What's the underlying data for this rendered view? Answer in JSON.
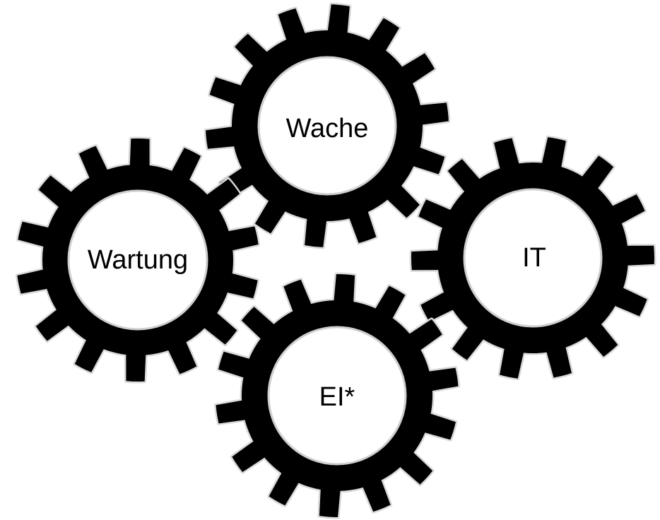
{
  "gears": [
    {
      "id": "wache",
      "label": "Wache"
    },
    {
      "id": "wartung",
      "label": "Wartung"
    },
    {
      "id": "it",
      "label": "IT"
    },
    {
      "id": "ei",
      "label": "EI*"
    }
  ],
  "colors": {
    "gear_fill": "#000000",
    "gear_outline": "#d9d9d9",
    "center_fill": "#ffffff",
    "center_ring": "#cfcfcf",
    "background": "#ffffff",
    "text": "#000000"
  }
}
